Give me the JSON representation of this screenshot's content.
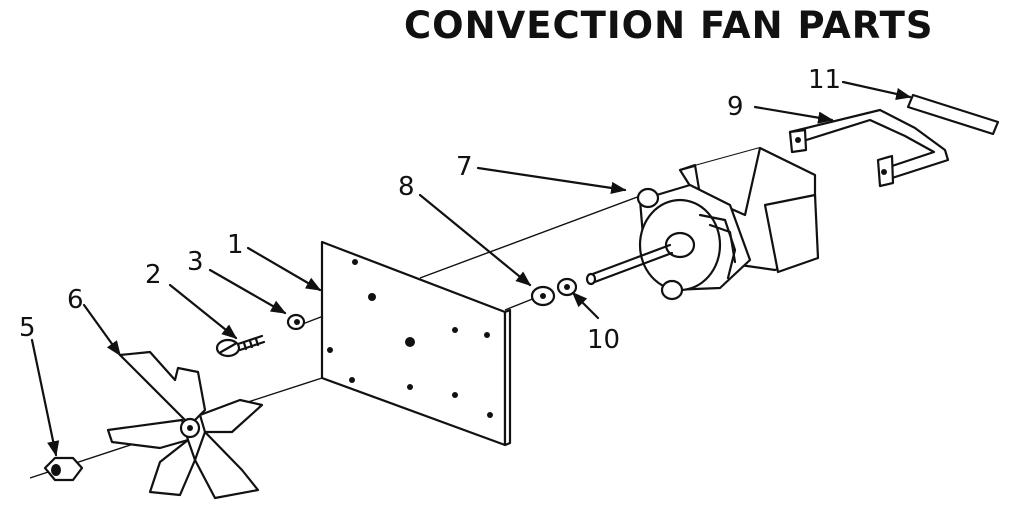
{
  "title": "CONVECTION FAN PARTS",
  "callouts": {
    "c1": "1",
    "c2": "2",
    "c3": "3",
    "c5": "5",
    "c6": "6",
    "c7": "7",
    "c8": "8",
    "c9": "9",
    "c10": "10",
    "c11": "11"
  },
  "colors": {
    "ink": "#111111",
    "paper": "#ffffff"
  }
}
